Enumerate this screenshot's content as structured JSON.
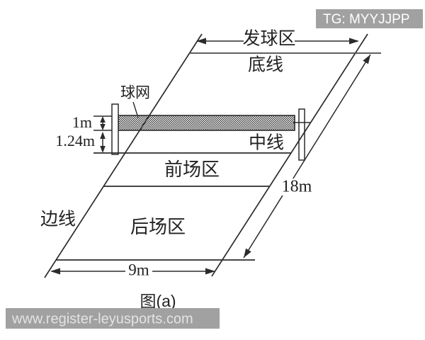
{
  "watermarks": {
    "telegram": "TG: MYYJJPP",
    "site": "www.register-leyusports.com"
  },
  "figure": {
    "caption": "图(a)",
    "labels": {
      "net": "球网",
      "service_zone": "发球区",
      "baseline": "底线",
      "center_line": "中线",
      "front_zone": "前场区",
      "back_zone": "后场区",
      "sideline": "边线"
    },
    "dimensions": {
      "net_height": "1m",
      "net_bottom_clearance": "1.24m",
      "court_length": "18m",
      "court_width": "9m"
    },
    "colors": {
      "line": "#2d2d2d",
      "watermark_bg": "#a1a1a1",
      "watermark_text": "#ffffff"
    }
  }
}
